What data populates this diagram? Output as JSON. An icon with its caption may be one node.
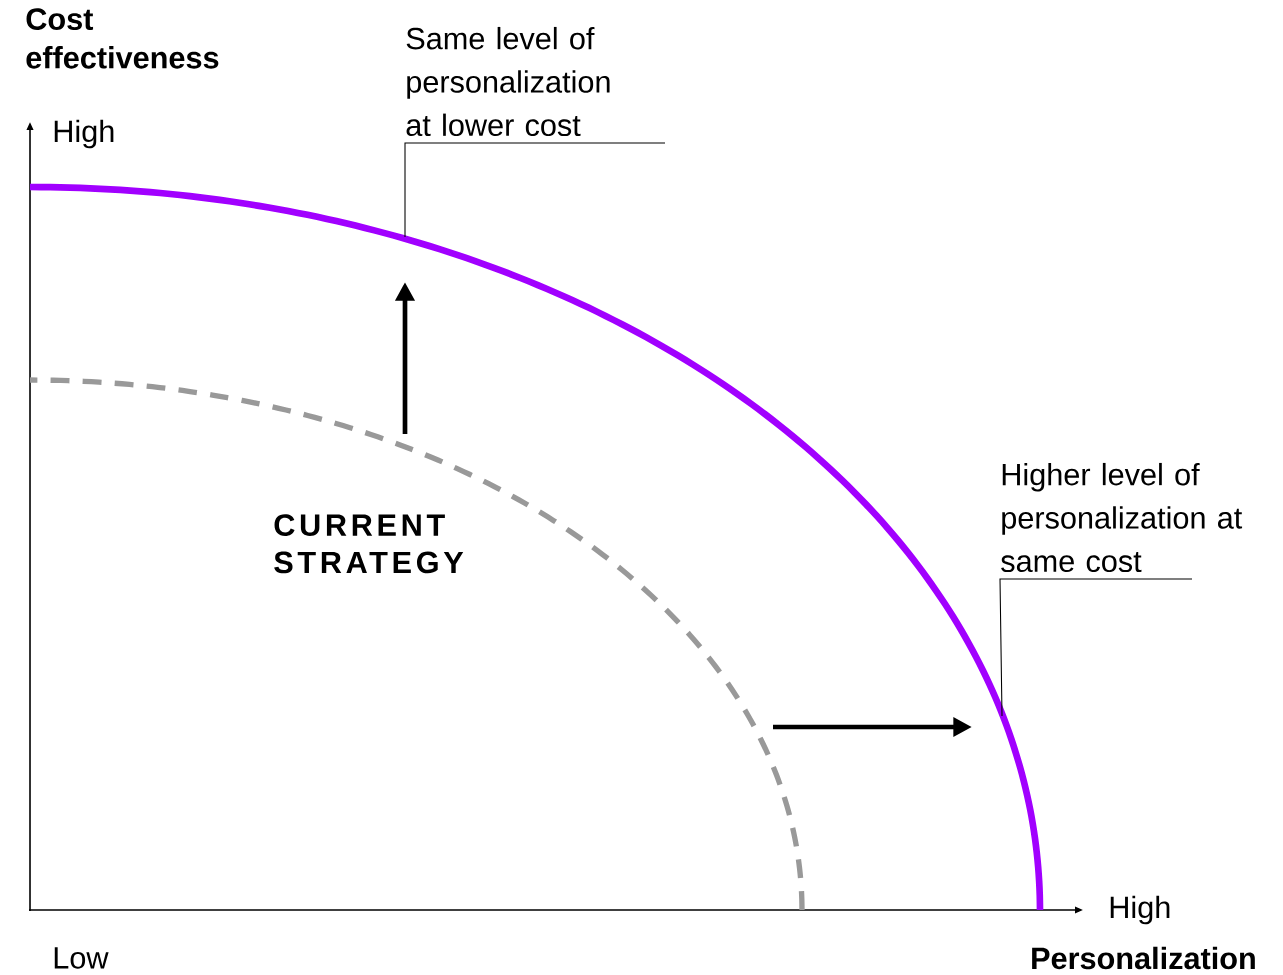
{
  "diagram": {
    "nodes": [
      {
        "text": [
          "Same level of personalization at lower cost"
        ]
      },
      {
        "text": [
          "Higher level of personalization at same cost"
        ]
      }
    ],
    "edges": [
      {
        "from": 0,
        "to": null,
        "arrow": "none"
      },
      {
        "from": 1,
        "to": null,
        "arrow": "none"
      }
    ],
    "labels": [
      "Cost effectiveness",
      "High",
      "CURRENT STRATEGY",
      "High",
      "Low",
      "Personalization"
    ]
  }
}
